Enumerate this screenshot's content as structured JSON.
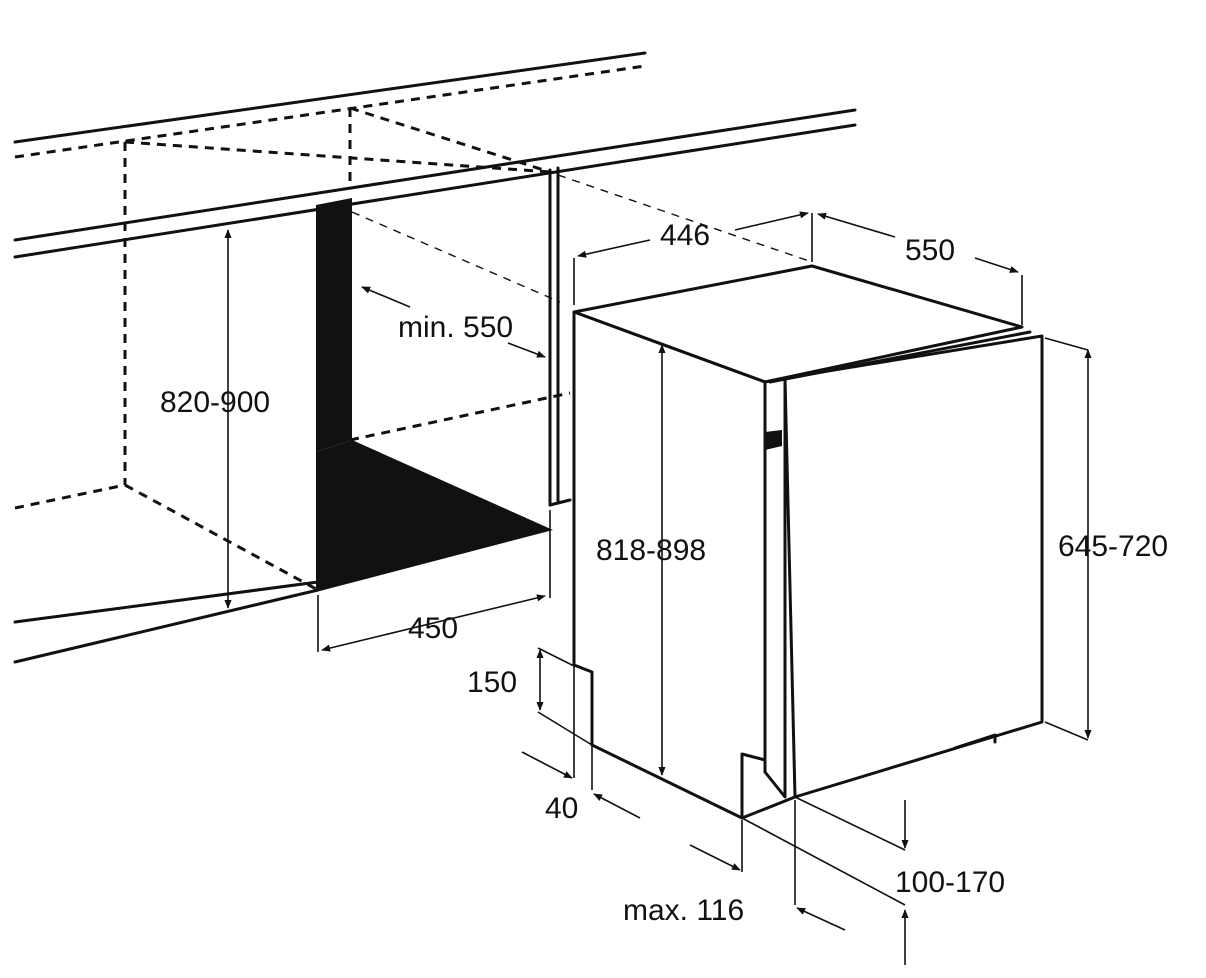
{
  "diagram": {
    "dimensions": {
      "niche_height": "820-900",
      "niche_depth": "min. 550",
      "niche_width": "450",
      "appliance_width": "446",
      "appliance_depth": "550",
      "appliance_height": "818-898",
      "door_height": "645-720",
      "plinth_height": "150",
      "plinth_offset": "40",
      "plinth_gap": "100-170",
      "door_offset": "max. 116"
    }
  }
}
